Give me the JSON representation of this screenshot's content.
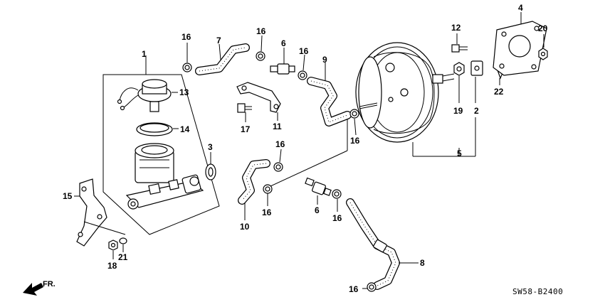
{
  "callouts": {
    "c1": "1",
    "c2": "2",
    "c3": "3",
    "c4": "4",
    "c5": "5",
    "c6a": "6",
    "c6b": "6",
    "c7": "7",
    "c8": "8",
    "c9": "9",
    "c10": "10",
    "c11": "11",
    "c12": "12",
    "c13": "13",
    "c14": "14",
    "c15": "15",
    "c16a": "16",
    "c16b": "16",
    "c16c": "16",
    "c16d": "16",
    "c16e": "16",
    "c16f": "16",
    "c16g": "16",
    "c17": "17",
    "c18": "18",
    "c19": "19",
    "c20": "20",
    "c21": "21",
    "c22": "22"
  },
  "diagram_code": "SW58-B2400",
  "direction_label": "FR.",
  "icons": {
    "direction": "arrow-front-icon"
  }
}
